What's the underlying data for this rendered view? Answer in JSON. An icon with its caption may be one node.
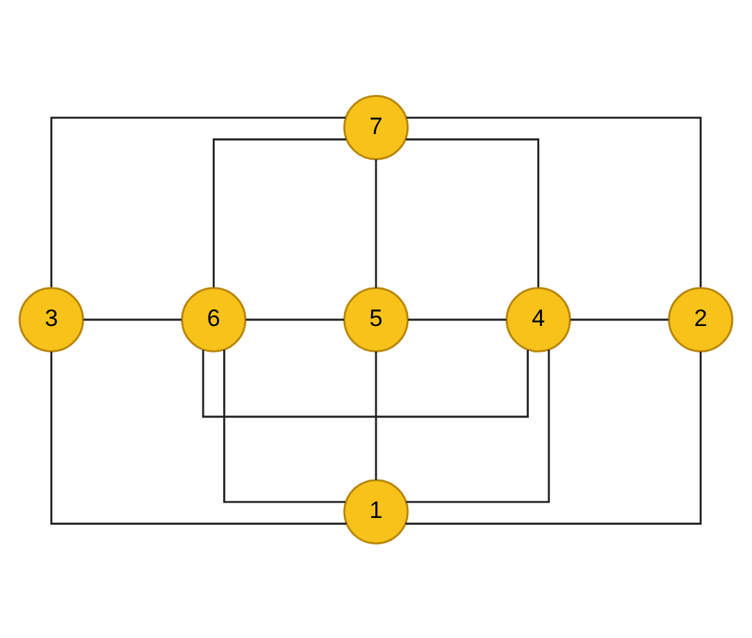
{
  "diagram": {
    "nodes": [
      {
        "text": [
          "7"
        ]
      },
      {
        "text": [
          "3"
        ]
      },
      {
        "text": [
          "6"
        ]
      },
      {
        "text": [
          "5"
        ]
      },
      {
        "text": [
          "4"
        ]
      },
      {
        "text": [
          "2"
        ]
      },
      {
        "text": [
          "1"
        ]
      }
    ],
    "edges": [
      {
        "from": 0,
        "to": 5,
        "arrow": "none"
      },
      {
        "from": 0,
        "to": 1,
        "arrow": "none"
      },
      {
        "from": 0,
        "to": 2,
        "arrow": "none"
      },
      {
        "from": 0,
        "to": 3,
        "arrow": "none"
      },
      {
        "from": 0,
        "to": 4,
        "arrow": "none"
      },
      {
        "from": 1,
        "to": 2,
        "arrow": "none"
      },
      {
        "from": 2,
        "to": 3,
        "arrow": "none"
      },
      {
        "from": 3,
        "to": 4,
        "arrow": "none"
      },
      {
        "from": 4,
        "to": 5,
        "arrow": "none"
      },
      {
        "from": 2,
        "to": 4,
        "arrow": "none"
      },
      {
        "from": 2,
        "to": 6,
        "arrow": "none"
      },
      {
        "from": 3,
        "to": 6,
        "arrow": "none"
      },
      {
        "from": 4,
        "to": 6,
        "arrow": "none"
      },
      {
        "from": 5,
        "to": 6,
        "arrow": "none"
      },
      {
        "from": 1,
        "to": 6,
        "arrow": "none"
      }
    ]
  }
}
